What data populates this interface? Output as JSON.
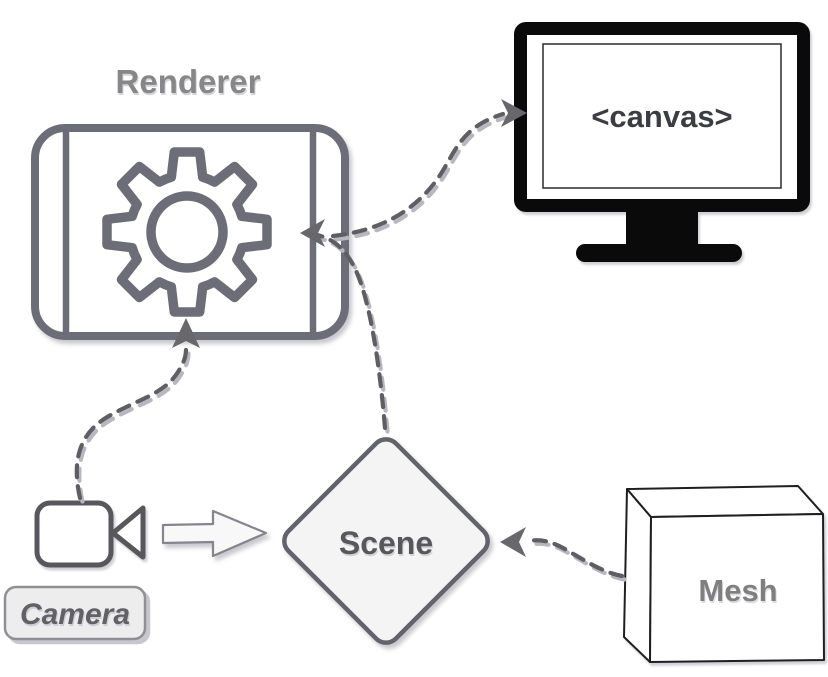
{
  "diagram": {
    "description": "three.js style rendering pipeline diagram",
    "nodes": {
      "renderer": {
        "label": "Renderer",
        "icon": "gear-icon",
        "shape": "film-frame-box"
      },
      "canvas": {
        "label": "<canvas>",
        "icon": "monitor-icon",
        "shape": "monitor-screen"
      },
      "camera": {
        "label": "Camera",
        "icon": "video-camera-icon",
        "shape": "label-plate"
      },
      "scene": {
        "label": "Scene",
        "shape": "diamond"
      },
      "mesh": {
        "label": "Mesh",
        "shape": "cube"
      }
    },
    "edges": [
      {
        "from": "renderer",
        "to": "canvas",
        "style": "dashed-curve"
      },
      {
        "from": "scene",
        "to": "renderer",
        "style": "dashed-curve"
      },
      {
        "from": "camera",
        "to": "renderer",
        "style": "dashed-curve"
      },
      {
        "from": "mesh",
        "to": "scene",
        "style": "dashed-curve"
      },
      {
        "from": "camera",
        "to": "scene",
        "style": "block-arrow"
      }
    ],
    "colors": {
      "outline_gray": "#6d6d77",
      "dash_gray": "#5f5f63",
      "dash_shadow": "#b7b7bf",
      "monitor_black": "#0a0a0a",
      "diamond_fill": "#f4f4f5",
      "label_plate_fill": "#ededee",
      "heading_gray": "#878787",
      "canvas_text": "#3c3c43"
    }
  }
}
